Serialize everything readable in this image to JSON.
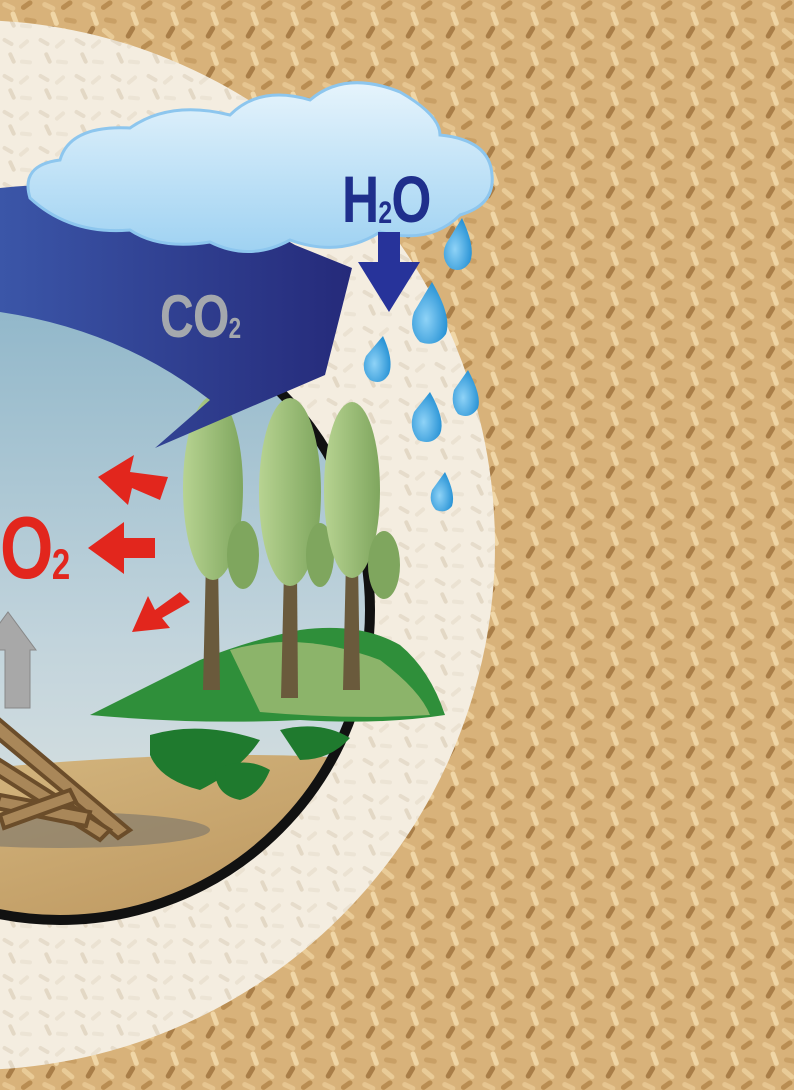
{
  "diagram": {
    "labels": {
      "h2o": {
        "main": "H",
        "sub": "2",
        "tail": "O"
      },
      "co2": {
        "main": "CO",
        "sub": "2"
      },
      "o2": {
        "main": "O",
        "sub": "2"
      }
    },
    "colors": {
      "pellet_background": "#d8b27a",
      "disc": "#f2ebdd",
      "co2_arrow": "#2c3488",
      "h2o_label": "#1f2f8c",
      "co2_label": "#a4a8ad",
      "o2_arrows": "#e2261d",
      "rain_drops": "#3aa5e0",
      "cloud": "#bfe3f8",
      "tree_canopy": "#9ec27a",
      "ground_green": "#2f8f3a",
      "soil": "#c9a66b"
    },
    "icons": [
      "cloud-icon",
      "raindrop-icon",
      "tree-icon",
      "log-pile-icon",
      "arrow-icon"
    ]
  }
}
